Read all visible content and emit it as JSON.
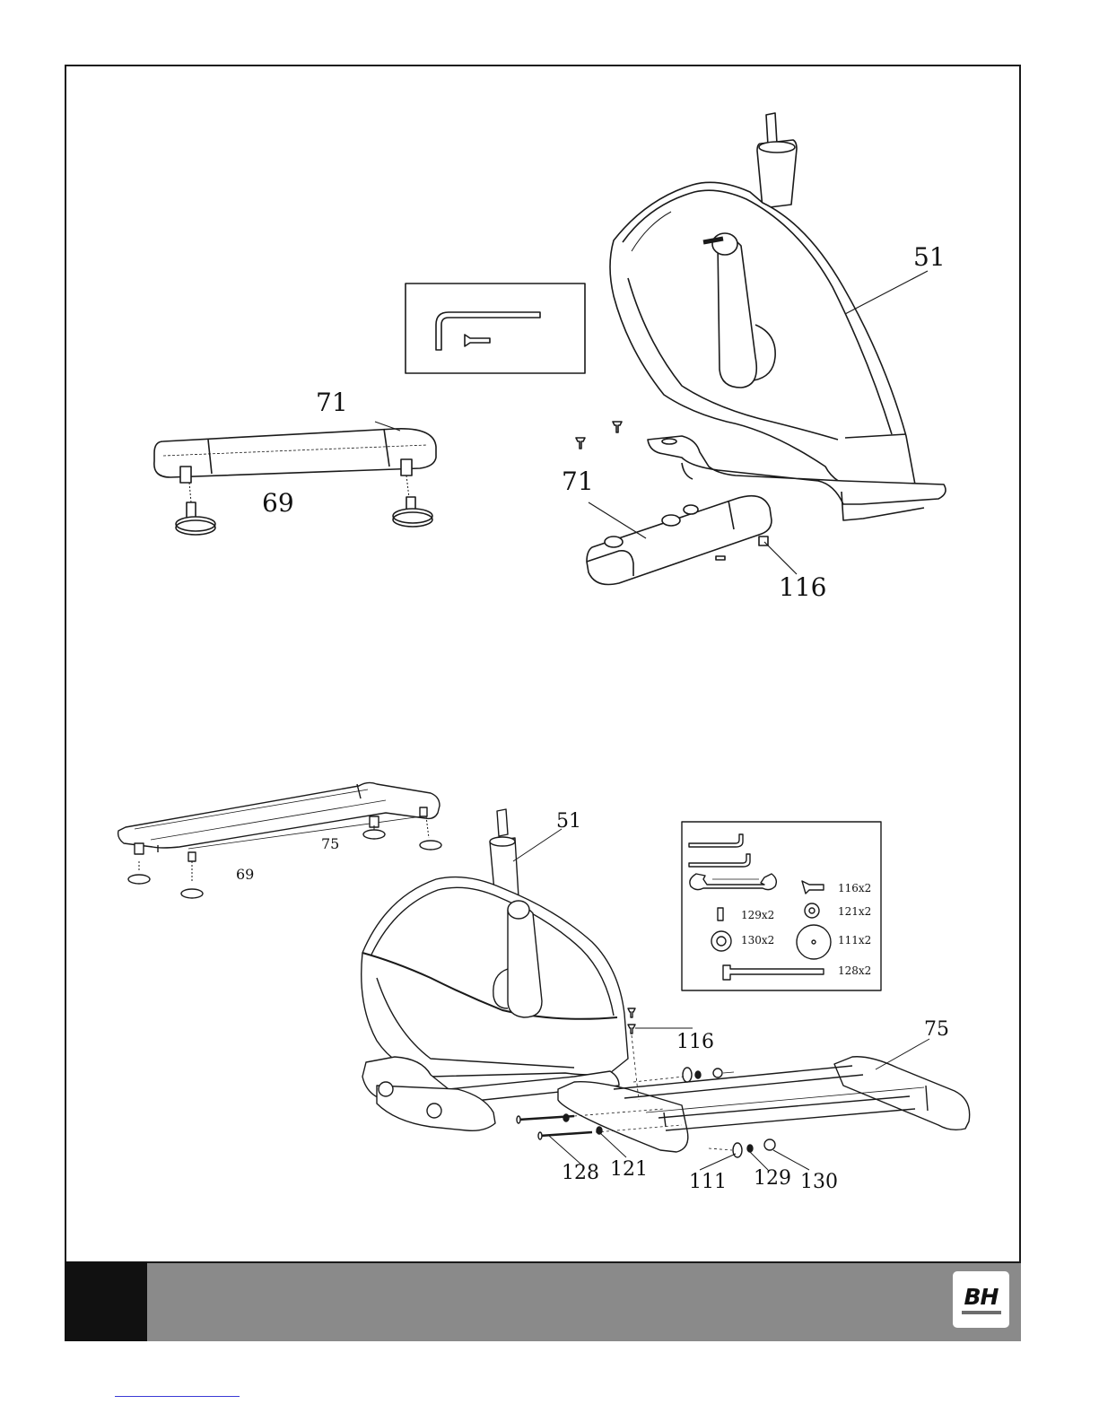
{
  "diagram_top": {
    "callouts": {
      "frame": "51",
      "stabilizer_exploded": "71",
      "stabilizer_attached": "71",
      "leveler": "69",
      "bolt": "116"
    }
  },
  "diagram_bottom": {
    "callouts": {
      "frame": "51",
      "rear_stabilizer": "75",
      "rear_leveler": "69",
      "bolt_116": "116",
      "base_75": "75",
      "long_bolt": "128",
      "washer_121": "121",
      "washer_111": "111",
      "washer_129": "129",
      "nut_130": "130"
    },
    "hardware_kit": {
      "items": [
        "116x2",
        "121x2",
        "129x2",
        "111x2",
        "130x2",
        "128x2"
      ]
    }
  },
  "footer": {
    "logo": "BH"
  },
  "colors": {
    "line": "#1a1a1a",
    "footer_bar": "#8a8a8a",
    "footer_block": "#111111",
    "link_line": "#3b3bd6"
  }
}
